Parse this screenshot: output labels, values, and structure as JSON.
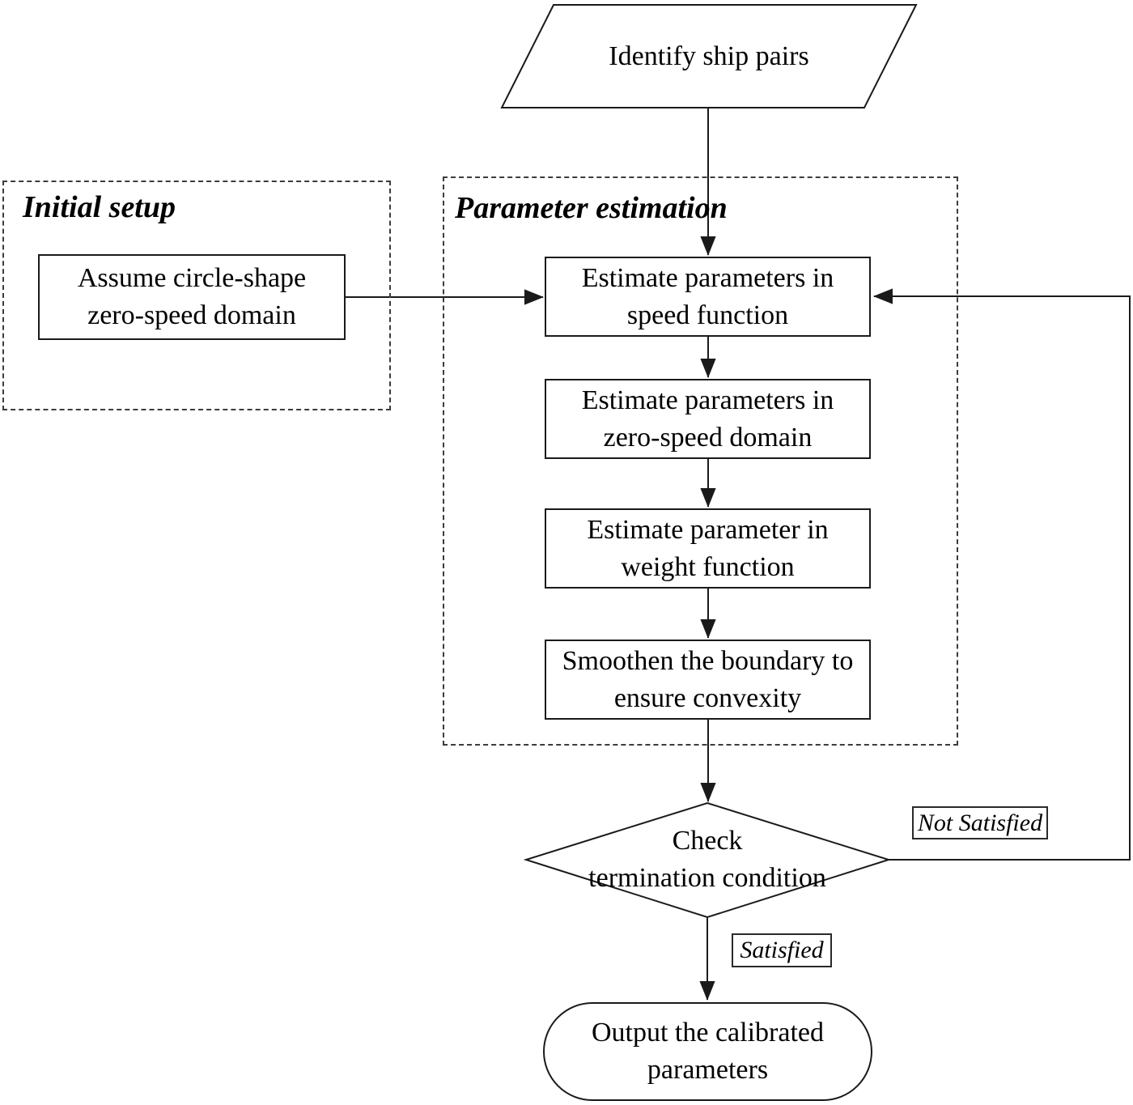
{
  "diagram": {
    "background": "#ffffff",
    "line_color": "#1a1a1a",
    "groups": {
      "initial_setup": {
        "title": "Initial setup"
      },
      "parameter_estimation": {
        "title": "Parameter estimation"
      }
    },
    "nodes": {
      "identify_ship_pairs": {
        "shape": "parallelogram",
        "label": "Identify ship pairs"
      },
      "assume_circle": {
        "shape": "rectangle",
        "label": "Assume circle-shape\nzero-speed domain"
      },
      "estimate_speed": {
        "shape": "rectangle",
        "label": "Estimate parameters in\nspeed function"
      },
      "estimate_zero_speed": {
        "shape": "rectangle",
        "label": "Estimate parameters in\nzero-speed domain"
      },
      "estimate_weight": {
        "shape": "rectangle",
        "label": "Estimate parameter in\nweight function"
      },
      "smoothen_boundary": {
        "shape": "rectangle",
        "label": "Smoothen the boundary to\nensure convexity"
      },
      "check_termination": {
        "shape": "diamond",
        "label": "Check\ntermination condition"
      },
      "output_parameters": {
        "shape": "stadium",
        "label": "Output the calibrated\nparameters"
      }
    },
    "edge_labels": {
      "not_satisfied": "Not Satisfied",
      "satisfied": "Satisfied"
    }
  }
}
